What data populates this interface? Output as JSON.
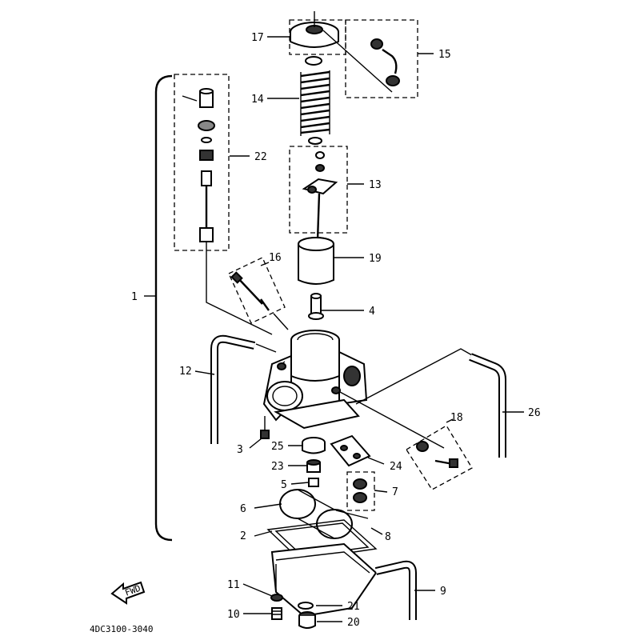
{
  "diagram": {
    "parts": [
      {
        "num": "1"
      },
      {
        "num": "2"
      },
      {
        "num": "3"
      },
      {
        "num": "4"
      },
      {
        "num": "5"
      },
      {
        "num": "6"
      },
      {
        "num": "7"
      },
      {
        "num": "8"
      },
      {
        "num": "9"
      },
      {
        "num": "10"
      },
      {
        "num": "11"
      },
      {
        "num": "12"
      },
      {
        "num": "13"
      },
      {
        "num": "14"
      },
      {
        "num": "15"
      },
      {
        "num": "16"
      },
      {
        "num": "17"
      },
      {
        "num": "18"
      },
      {
        "num": "19"
      },
      {
        "num": "20"
      },
      {
        "num": "21"
      },
      {
        "num": "22"
      },
      {
        "num": "23"
      },
      {
        "num": "24"
      },
      {
        "num": "25"
      },
      {
        "num": "26"
      }
    ],
    "fwd_label": "FWD",
    "drawing_code": "4DC3100-3040"
  }
}
